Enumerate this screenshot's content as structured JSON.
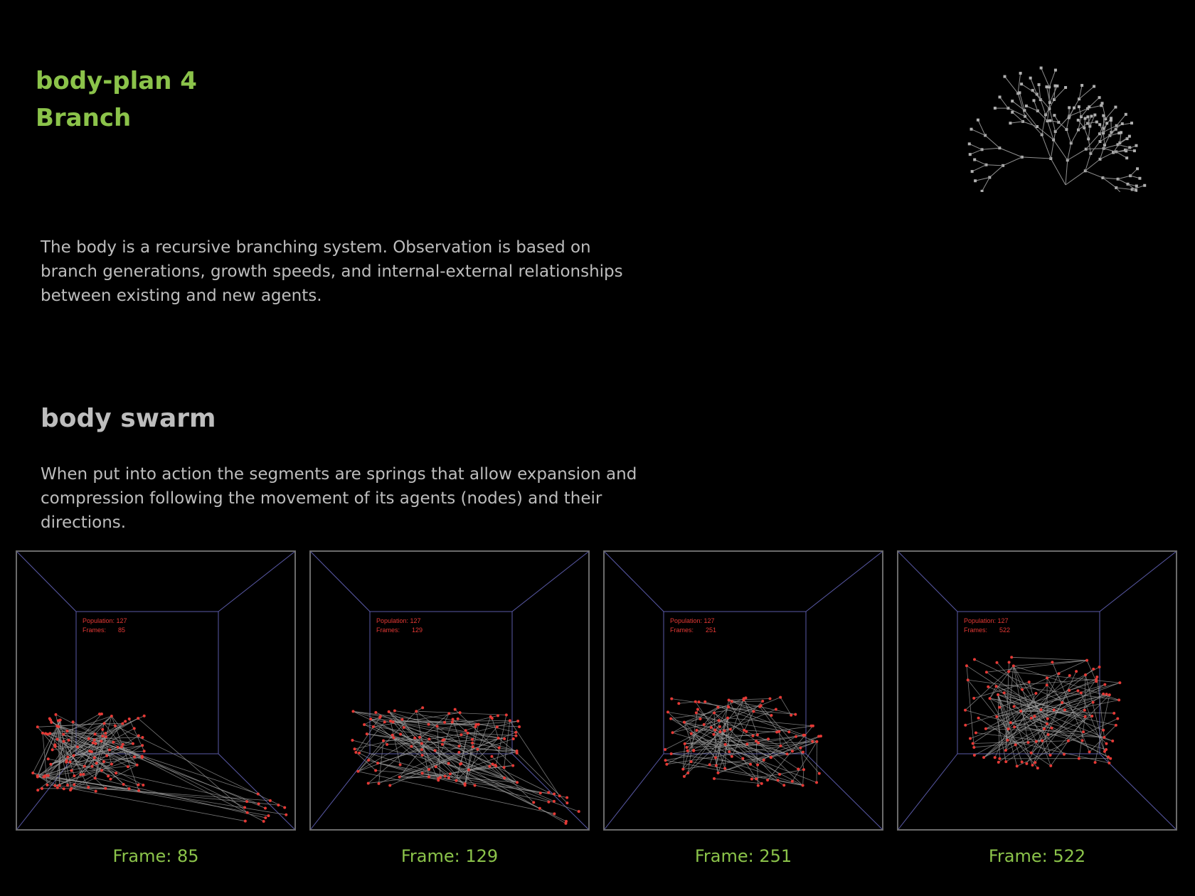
{
  "title": {
    "line1": "body-plan 4",
    "line2": "Branch"
  },
  "intro": "The body is a recursive branching system. Observation is based on branch generations, growth speeds, and internal-external relationships between existing and new agents.",
  "swarm": {
    "heading": "body swarm",
    "description": "When put into action the segments are springs that allow expansion and compression following the movement of its agents (nodes) and their directions."
  },
  "panels": [
    {
      "population_label": "Population: 127",
      "frames_label": "Frames:",
      "frames_value": "85",
      "caption": "Frame:  85",
      "layout": "left-bottom"
    },
    {
      "population_label": "Population: 127",
      "frames_label": "Frames:",
      "frames_value": "129",
      "caption": "Frame: 129",
      "layout": "bottom-spread"
    },
    {
      "population_label": "Population: 127",
      "frames_label": "Frames:",
      "frames_value": "251",
      "caption": "Frame: 251",
      "layout": "center-low"
    },
    {
      "population_label": "Population: 127",
      "frames_label": "Frames:",
      "frames_value": "522",
      "caption": "Frame: 522",
      "layout": "center-high"
    }
  ],
  "colors": {
    "title": "#8bc34a",
    "text": "#bdbdbd",
    "box_edges": "#5a5aa8",
    "agents": "#e53935",
    "springs": "#9e9e9e",
    "panel_border": "#6b6b6b"
  }
}
